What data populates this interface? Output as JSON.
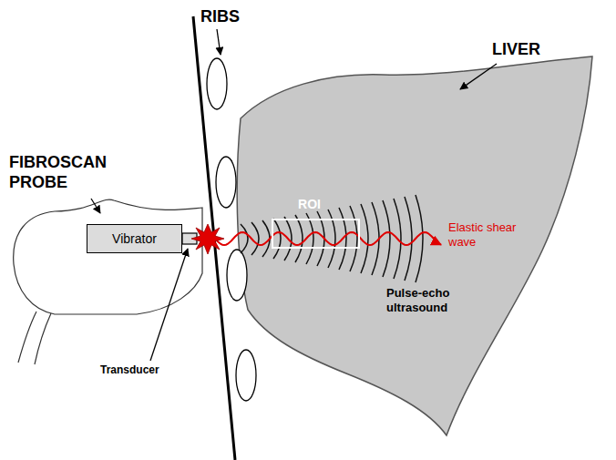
{
  "diagram": {
    "nodes": [
      {
        "text": [
          "Vibrator"
        ]
      },
      {
        "text": [
          "ROI"
        ]
      }
    ],
    "labels": [
      "FIBROSCAN PROBE",
      "RIBS",
      "LIVER",
      "Transducer",
      "Elastic shear wave",
      "Pulse-echo ultrasound"
    ]
  }
}
